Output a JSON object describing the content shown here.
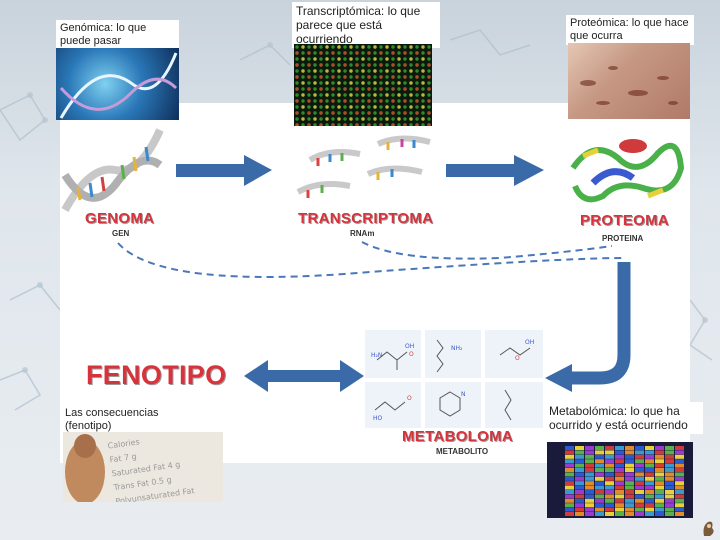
{
  "captions": {
    "genomica": "Genómica: lo que puede pasar",
    "transcriptomica": "Transcriptómica: lo que parece que está ocurriendo",
    "proteomica": "Proteómica: lo que hace que ocurra",
    "metabolomica": "Metabolómica: lo que ha ocurrido y está ocurriendo",
    "consecuencias": "Las consecuencias (fenotipo)"
  },
  "nodes": {
    "genoma": {
      "label": "GENOMA",
      "sub": "GEN"
    },
    "transcriptoma": {
      "label": "TRANSCRIPTOMA",
      "sub": "RNAm"
    },
    "proteoma": {
      "label": "PROTEOMA",
      "sub": "PROTEINA"
    },
    "metaboloma": {
      "label": "METABOLOMA",
      "sub": "METABOLITO"
    },
    "fenotipo": {
      "label": "FENOTIPO"
    }
  },
  "label_text": {
    "fat": "Fat 7 g",
    "saturated": "Saturated Fat 4 g",
    "trans": "Trans Fat 0.5 g",
    "poly": "Polyunsaturated Fat",
    "calories": "Calories"
  },
  "colors": {
    "arrow": "#3b6aa8",
    "label_red": "#d8323c",
    "dashed": "#4a78b8"
  }
}
